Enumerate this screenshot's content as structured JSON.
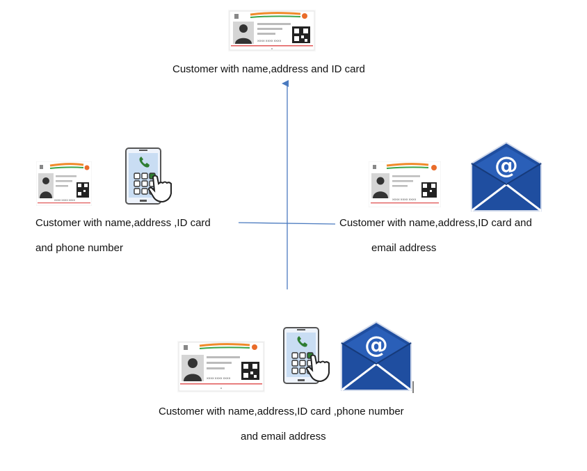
{
  "nodes": {
    "top": {
      "line1": "Customer with name,address and ID card"
    },
    "left": {
      "line1": "Customer with name,address ,ID card",
      "line2": "and phone number"
    },
    "right": {
      "line1": "Customer with name,address,ID card and",
      "line2": "email address"
    },
    "bottom": {
      "line1": "Customer with name,address,ID card ,phone number",
      "line2": "and email address"
    }
  },
  "idcard": {
    "number_text": "XXXX XXXX XXXX"
  },
  "icons": [
    "id-card-icon",
    "phone-dialpad-icon",
    "email-envelope-icon"
  ],
  "colors": {
    "arrow": "#4a7abf",
    "card_stripe_saffron": "#f08a2a",
    "card_stripe_green": "#3aa54a",
    "envelope": "#1f4ea0",
    "phone_key": "#2e7d32"
  }
}
